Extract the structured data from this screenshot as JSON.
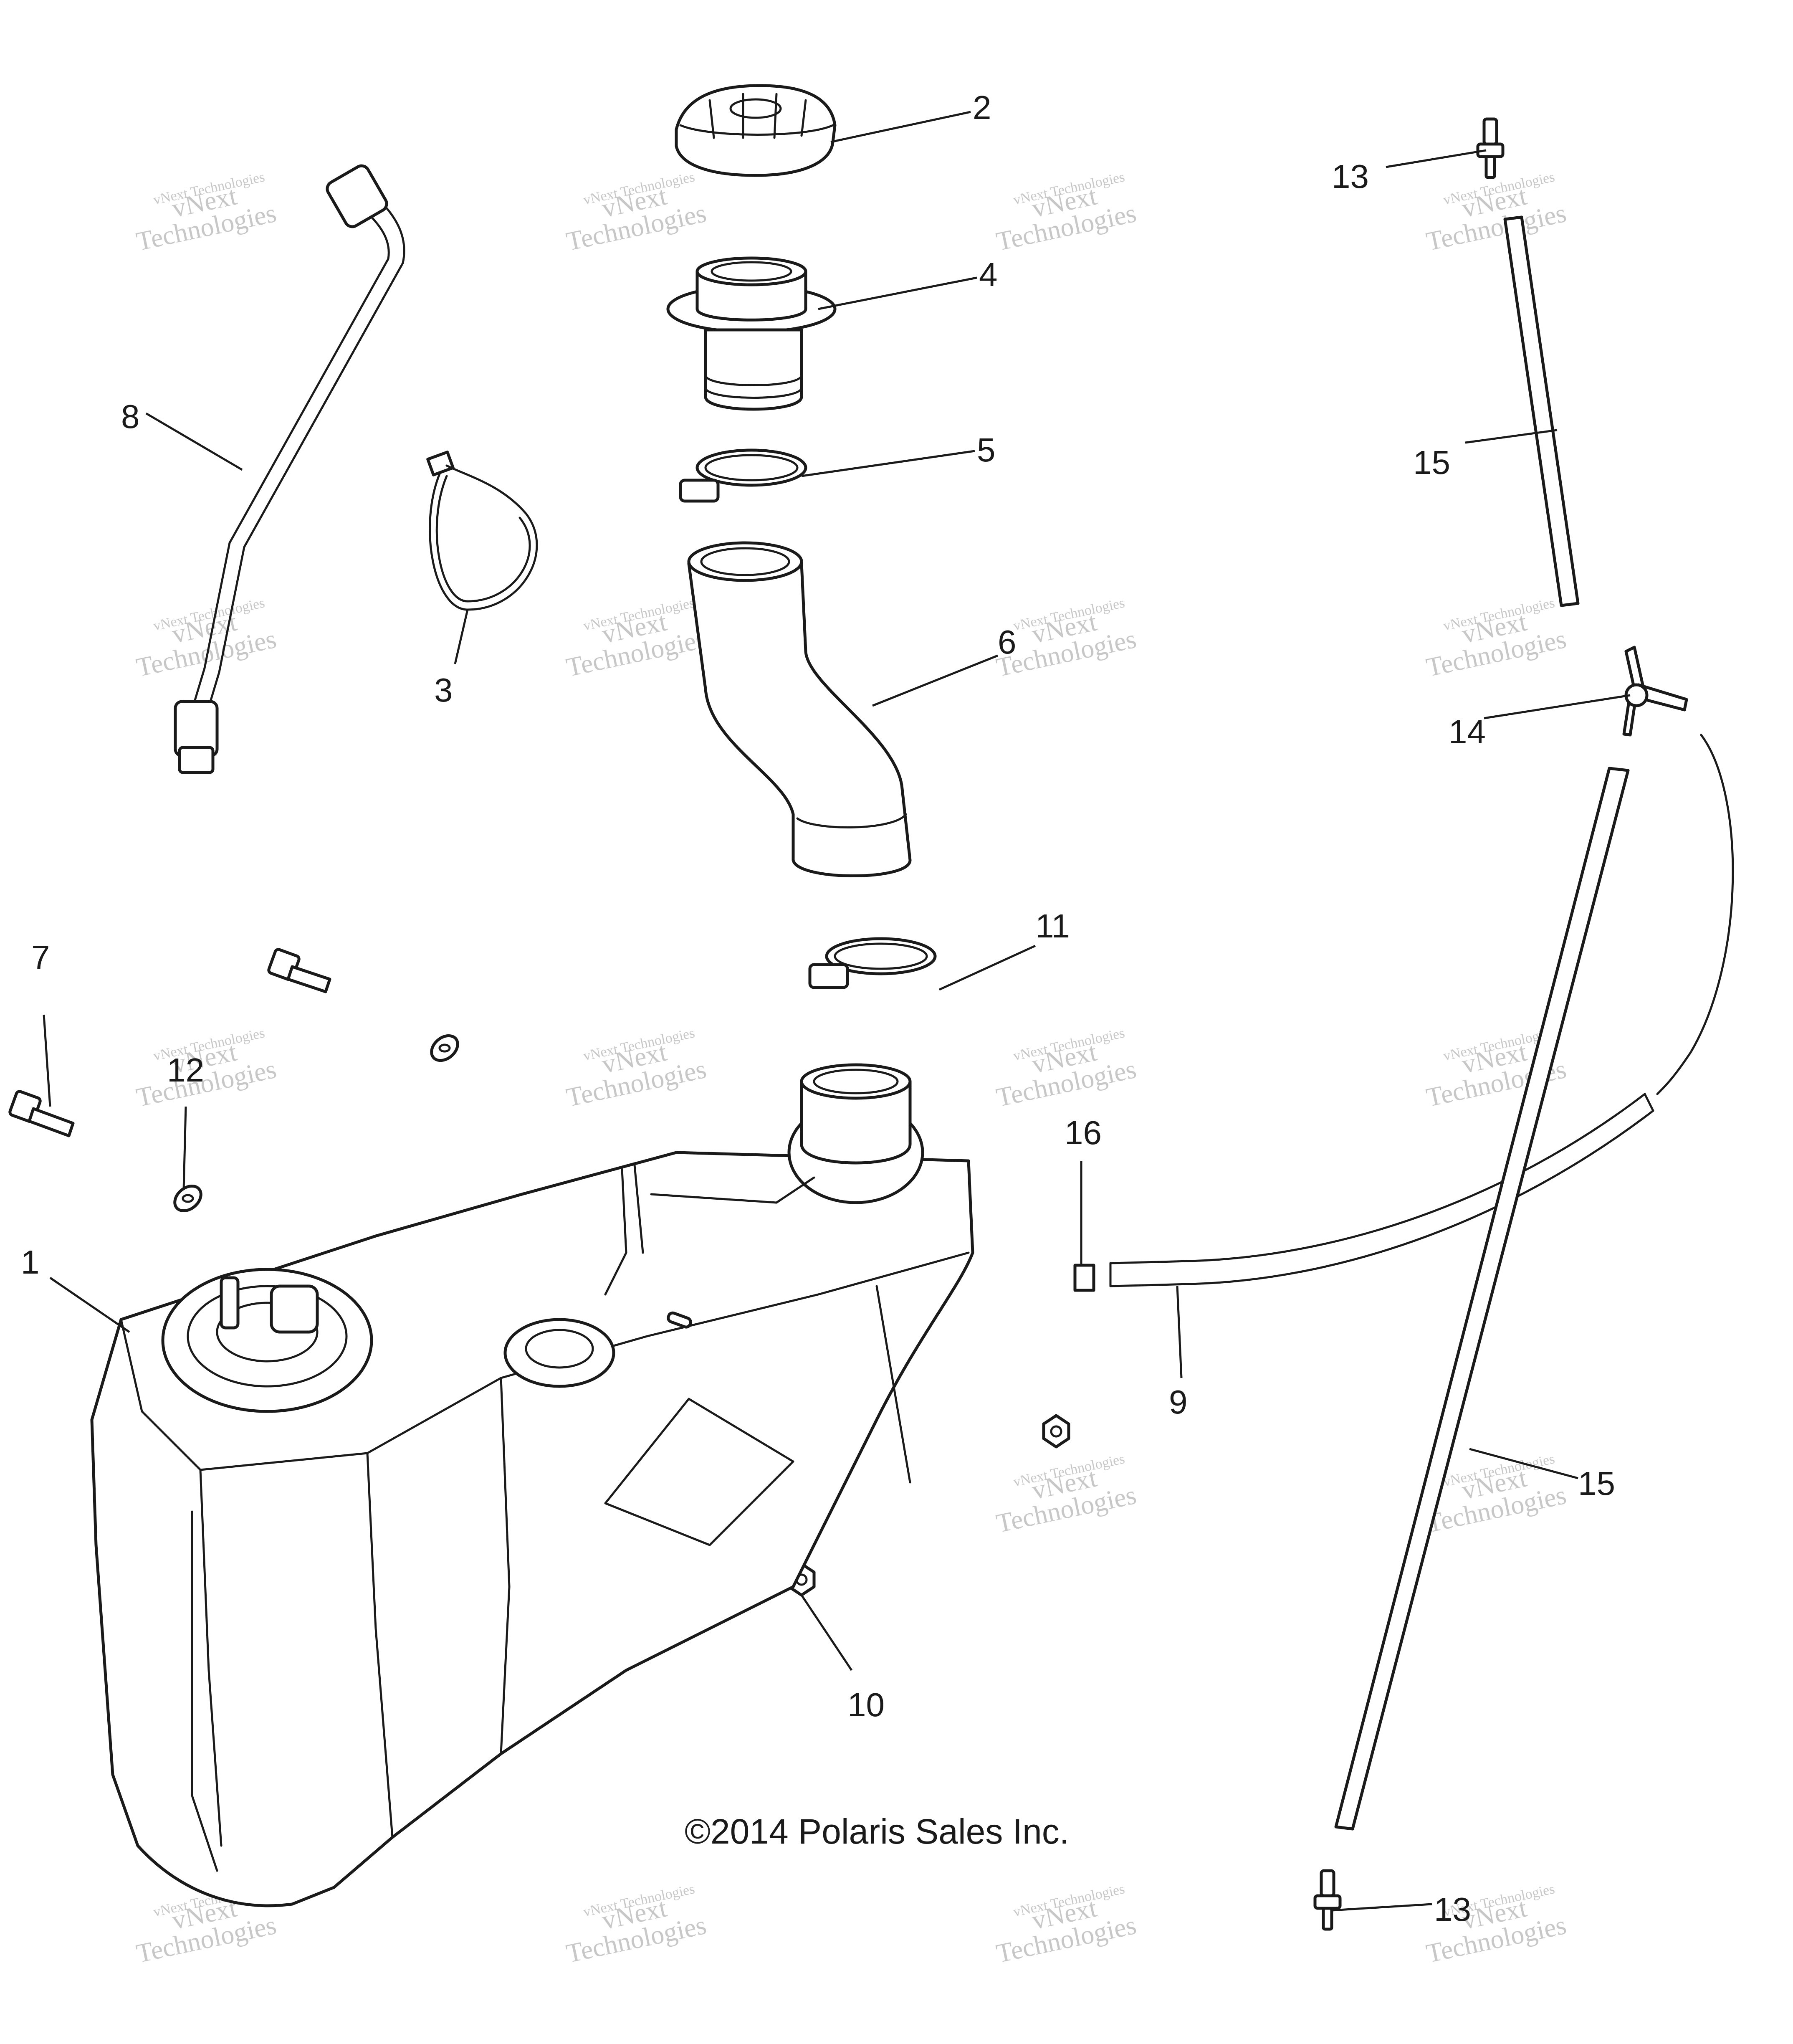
{
  "callouts": {
    "c1": "1",
    "c2": "2",
    "c3": "3",
    "c4": "4",
    "c5": "5",
    "c6": "6",
    "c7": "7",
    "c8": "8",
    "c9": "9",
    "c10": "10",
    "c11": "11",
    "c12": "12",
    "c13a": "13",
    "c13b": "13",
    "c14": "14",
    "c15a": "15",
    "c15b": "15",
    "c16": "16"
  },
  "copyright": "©2014 Polaris Sales Inc.",
  "watermark": {
    "line1": "vNext Technologies",
    "line2": "vNext",
    "line3": "Technologies"
  }
}
